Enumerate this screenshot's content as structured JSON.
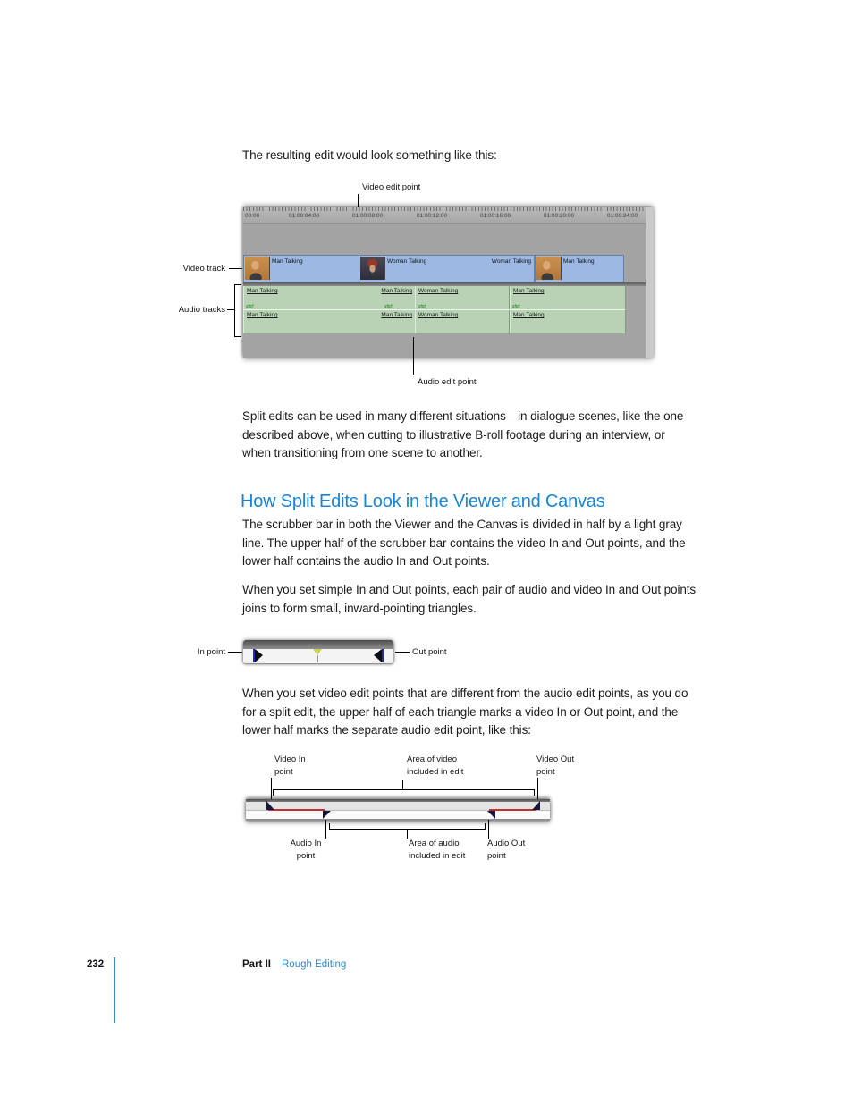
{
  "colors": {
    "heading_blue": "#1984d4",
    "link_blue": "#2e86cc",
    "video_clip_blue": "#9db9e3",
    "audio_clip_green": "#b9d2b5",
    "red_edit_line": "#c23030",
    "marker_navy": "#16163f"
  },
  "intro": {
    "text": "The resulting edit would look something like this:"
  },
  "timeline_figure": {
    "callout_video_edit_point": "Video edit point",
    "callout_video_track": "Video track",
    "callout_audio_tracks": "Audio tracks",
    "callout_audio_edit_point": "Audio edit point",
    "ruler_ticks": [
      "00:00",
      "01:00:04:00",
      "01:00:08:00",
      "01:00:12:00",
      "01:00:16:00",
      "01:00:20:00",
      "01:00:24:00"
    ],
    "video_clips": [
      {
        "name": "Man Talking"
      },
      {
        "name": "Woman Talking",
        "end_label": "Woman Talking"
      },
      {
        "name": "Man Talking"
      }
    ],
    "audio_rows": [
      {
        "clips": [
          {
            "name": "Man Talking",
            "end_label": "Man Talking"
          },
          {
            "name": "Woman Talking"
          },
          {
            "name": "Man Talking"
          }
        ]
      },
      {
        "clips": [
          {
            "name": "Man Talking",
            "end_label": "Man Talking"
          },
          {
            "name": "Woman Talking"
          },
          {
            "name": "Man Talking"
          }
        ]
      }
    ],
    "stereo_indicator": "⇄⇄"
  },
  "paragraphs": {
    "split_edits": "Split edits can be used in many different situations—in dialogue scenes, like the one\ndescribed above, when cutting to illustrative B-roll footage during an interview, or\nwhen transitioning from one scene to another.",
    "scrubber": "The scrubber bar in both the Viewer and the Canvas is divided in half by a light gray\nline. The upper half of the scrubber bar contains the video In and Out points, and the\nlower half contains the audio In and Out points.",
    "simple_points": "When you set simple In and Out points, each pair of audio and video In and Out points\njoins to form small, inward-pointing triangles.",
    "split_points": "When you set video edit points that are different from the audio edit points, as you do\nfor a split edit, the upper half of each triangle marks a video In or Out point, and the\nlower half marks the separate audio edit point, like this:"
  },
  "heading": {
    "text": "How Split Edits Look in the Viewer and Canvas"
  },
  "inout_figure": {
    "in_label": "In point",
    "out_label": "Out point"
  },
  "split_figure": {
    "video_in": "Video In\npoint",
    "area_video": "Area of video\nincluded in edit",
    "video_out": "Video Out\npoint",
    "audio_in": "Audio In\npoint",
    "area_audio": "Area of audio\nincluded in edit",
    "audio_out": "Audio Out\npoint"
  },
  "footer": {
    "page_number": "232",
    "part_label": "Part II",
    "section_title": "Rough Editing"
  }
}
